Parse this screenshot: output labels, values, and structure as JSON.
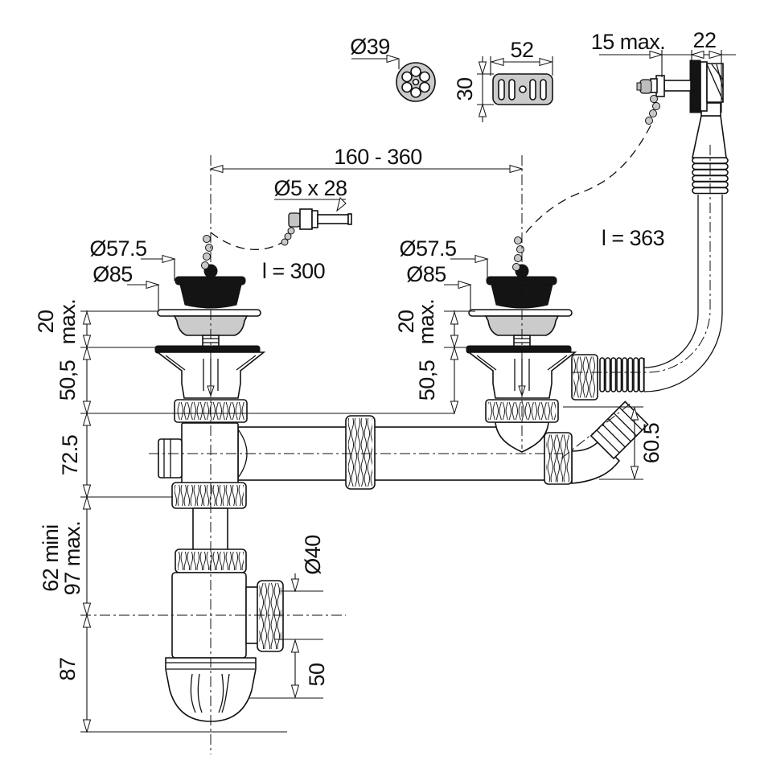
{
  "diagram": {
    "kind": "plumbing-technical-drawing",
    "colors": {
      "line": "#111111",
      "metal_gray": "#cbcbcb",
      "seal_black": "#141414"
    },
    "labels": {
      "strainer_cap_dia": "Ø39",
      "overflow_grate_width": "52",
      "overflow_grate_height": "30",
      "overflow_screw_len": "15 max.",
      "overflow_body_width": "22",
      "bowl_center_distance": "160 - 360",
      "screw_spec": "Ø5 x 28",
      "chain_left": "l = 300",
      "chain_right": "l = 363",
      "plug_dia_left": "Ø57.5",
      "flange_dia_left": "Ø85",
      "plug_dia_right": "Ø57.5",
      "flange_dia_right": "Ø85",
      "depth20_left_a": "20",
      "depth20_left_b": "max.",
      "depth505_left": "50,5",
      "depth725_left": "72.5",
      "depth62_min": "62 mini",
      "depth97_max": "97 max.",
      "depth87": "87",
      "depth20_right_a": "20",
      "depth20_right_b": "max.",
      "depth505_right": "50,5",
      "outlet_height": "60.5",
      "outlet_dia": "Ø40",
      "trap_lower_depth": "50"
    }
  }
}
